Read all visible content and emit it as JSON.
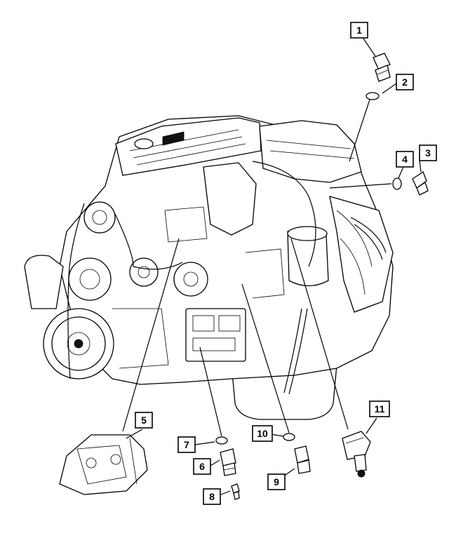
{
  "callouts": [
    {
      "id": "c1",
      "label": "1"
    },
    {
      "id": "c2",
      "label": "2"
    },
    {
      "id": "c3",
      "label": "3"
    },
    {
      "id": "c4",
      "label": "4"
    },
    {
      "id": "c5",
      "label": "5"
    },
    {
      "id": "c6",
      "label": "6"
    },
    {
      "id": "c7",
      "label": "7"
    },
    {
      "id": "c8",
      "label": "8"
    },
    {
      "id": "c9",
      "label": "9"
    },
    {
      "id": "c10",
      "label": "10"
    },
    {
      "id": "c11",
      "label": "11"
    }
  ],
  "colors": {
    "ink": "#000000",
    "paper": "#ffffff"
  }
}
